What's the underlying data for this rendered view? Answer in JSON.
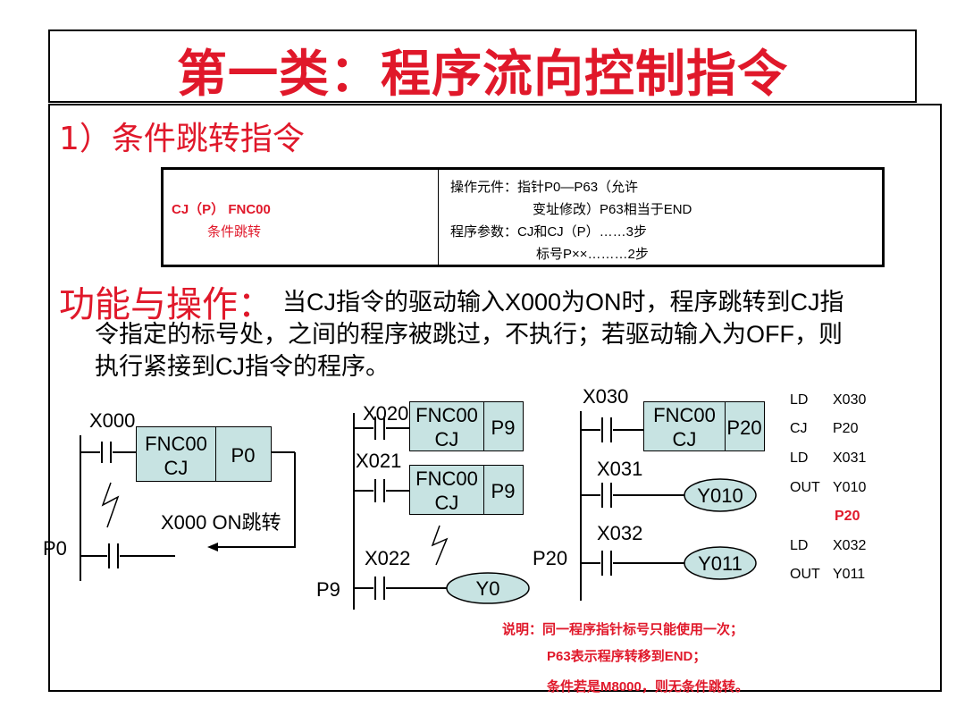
{
  "title": "第一类：程序流向控制指令",
  "subtitle": "1）条件跳转指令",
  "spec": {
    "name": "CJ（P） FNC00",
    "desc": "条件跳转",
    "line1": "操作元件：指针P0—P63（允许",
    "line2": "变址修改）P63相当于END",
    "line3": "程序参数：CJ和CJ（P）……3步",
    "line4": "标号P××………2步"
  },
  "function": {
    "heading": "功能与操作：",
    "line1": "当CJ指令的驱动输入X000为ON时，程序跳转到CJ指",
    "line2": "令指定的标号处，之间的程序被跳过，不执行；若驱动输入为OFF，则",
    "line3": "执行紧接到CJ指令的程序。"
  },
  "diagram1": {
    "contact": "X000",
    "fnc": "FNC00",
    "cj": "CJ",
    "pointer": "P0",
    "note": "X000  ON跳转",
    "label": "P0"
  },
  "diagram2": {
    "c1": "X020",
    "c2": "X021",
    "c3": "X022",
    "fnc1": "FNC00",
    "cj1": "CJ",
    "p1": "P9",
    "fnc2": "FNC00",
    "cj2": "CJ",
    "p2": "P9",
    "coil": "Y0",
    "label": "P9"
  },
  "diagram3": {
    "c1": "X030",
    "c2": "X031",
    "c3": "X032",
    "fnc": "FNC00",
    "cj": "CJ",
    "pointer": "P20",
    "coil1": "Y010",
    "coil2": "Y011",
    "label": "P20"
  },
  "mnemonics": [
    {
      "op": "LD",
      "arg": "X030"
    },
    {
      "op": "CJ",
      "arg": "P20"
    },
    {
      "op": "LD",
      "arg": "X031"
    },
    {
      "op": "OUT",
      "arg": "Y010"
    },
    {
      "op": "",
      "arg": "P20"
    },
    {
      "op": "LD",
      "arg": "X032"
    },
    {
      "op": "OUT",
      "arg": "Y011"
    }
  ],
  "notes": {
    "n1": "说明：同一程序指针标号只能使用一次；",
    "n2": "P63表示程序转移到END；",
    "n3": "条件若是M8000，则无条件跳转。"
  }
}
